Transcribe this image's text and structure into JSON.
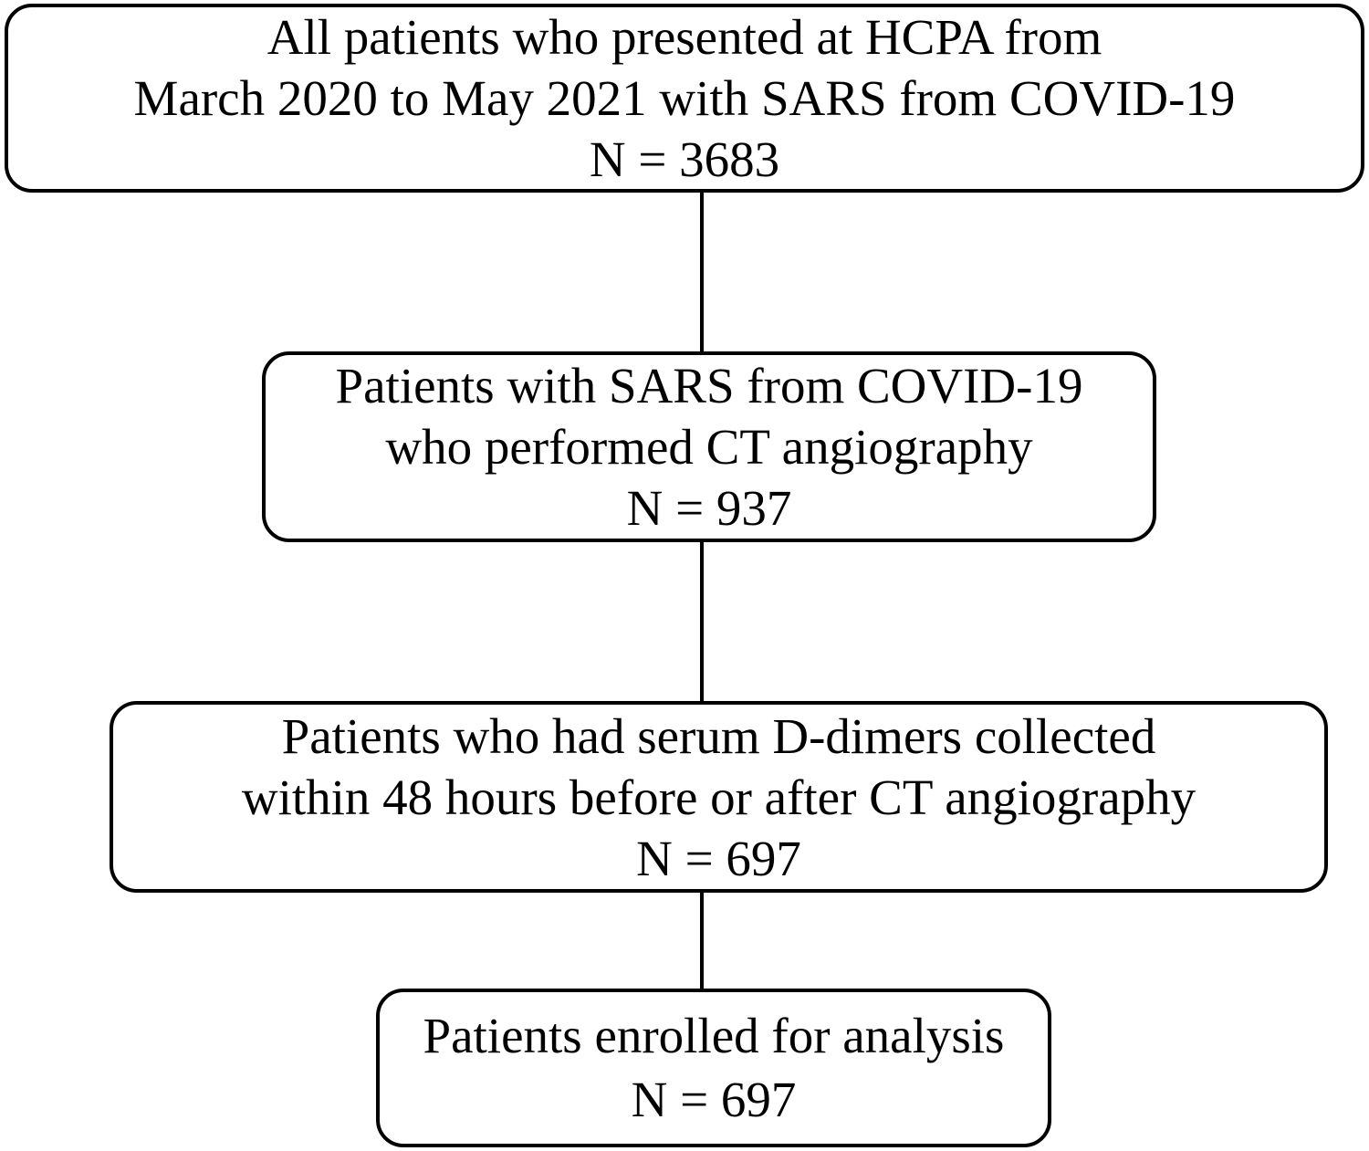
{
  "flowchart": {
    "type": "patient-enrollment-flow",
    "colors": {
      "background": "#ffffff",
      "box_border": "#000000",
      "text": "#000000",
      "connector": "#000000"
    },
    "boxes": [
      {
        "id": "initial-cohort",
        "lines": [
          "All patients who presented at HCPA from",
          "March 2020 to May 2021 with SARS from COVID-19",
          "N = 3683"
        ],
        "n": 3683
      },
      {
        "id": "ct-angiography",
        "lines": [
          "Patients with SARS from COVID-19",
          "who performed CT angiography",
          "N = 937"
        ],
        "n": 937
      },
      {
        "id": "d-dimer-collected",
        "lines": [
          "Patients who had serum D-dimers collected",
          "within 48 hours before or after CT angiography",
          "N = 697"
        ],
        "n": 697
      },
      {
        "id": "enrolled-analysis",
        "lines": [
          "Patients enrolled for analysis",
          "N = 697"
        ],
        "n": 697
      }
    ],
    "connectors": [
      {
        "from": "initial-cohort",
        "to": "ct-angiography"
      },
      {
        "from": "ct-angiography",
        "to": "d-dimer-collected"
      },
      {
        "from": "d-dimer-collected",
        "to": "enrolled-analysis"
      }
    ]
  }
}
